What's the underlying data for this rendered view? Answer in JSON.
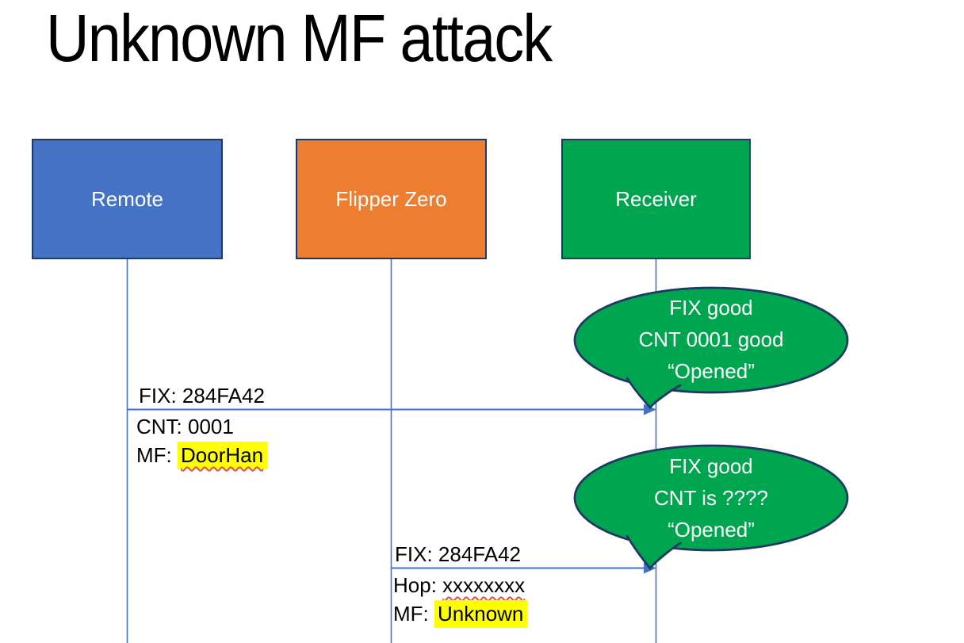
{
  "title": "Unknown MF attack",
  "actors": [
    {
      "label": "Remote",
      "fill": "#4472C4"
    },
    {
      "label": "Flipper Zero",
      "fill": "#ED7D31"
    },
    {
      "label": "Receiver",
      "fill": "#00A64F"
    }
  ],
  "messages": [
    {
      "from": "Remote",
      "to": "Receiver",
      "above": "FIX: 284FA42",
      "line2": "CNT: 0001",
      "line3_prefix": "MF: ",
      "line3_highlight": "DoorHan"
    },
    {
      "from": "Flipper Zero",
      "to": "Receiver",
      "above": "FIX: 284FA42",
      "line2_prefix": "Hop: ",
      "line2_underlined": "xxxxxxxx",
      "line3_prefix": "MF: ",
      "line3_highlight": "Unknown"
    }
  ],
  "callouts": [
    {
      "lines": [
        "FIX good",
        "CNT 0001 good",
        "“Opened”"
      ]
    },
    {
      "lines": [
        "FIX good",
        "CNT is ????",
        "“Opened”"
      ]
    }
  ],
  "colors": {
    "remote_fill": "#4472C4",
    "flipper_fill": "#ED7D31",
    "receiver_fill": "#00A64F",
    "shape_border": "#1F3864",
    "connector_blue": "#4472C4",
    "callout_fill": "#00A64F",
    "callout_border": "#1F3864",
    "highlight_yellow": "#FFFF00",
    "spellcheck_red": "#E0523F",
    "text_white": "#FFFFFF",
    "text_black": "#000000"
  }
}
